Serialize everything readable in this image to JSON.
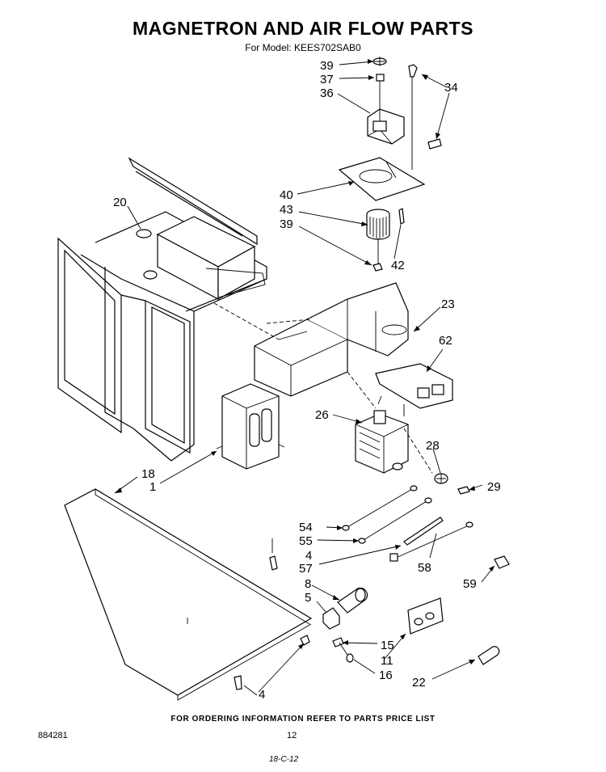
{
  "title": "MAGNETRON AND AIR FLOW PARTS",
  "model_line": "For Model: KEES702SAB0",
  "footer": "FOR ORDERING INFORMATION REFER TO PARTS PRICE LIST",
  "doc_number": "884281",
  "page_number": "12",
  "handwritten_note": "18-C-12",
  "callouts": {
    "c39a": "39",
    "c37": "37",
    "c36": "36",
    "c34": "34",
    "c20": "20",
    "c40": "40",
    "c43": "43",
    "c39b": "39",
    "c42": "42",
    "c23": "23",
    "c62": "62",
    "c26": "26",
    "c28": "28",
    "c29": "29",
    "c18": "18",
    "c1": "1",
    "c54": "54",
    "c55": "55",
    "c4a": "4",
    "c57": "57",
    "c58": "58",
    "c59": "59",
    "c8": "8",
    "c5": "5",
    "c15": "15",
    "c11": "11",
    "c16": "16",
    "c22": "22",
    "c4b": "4"
  }
}
